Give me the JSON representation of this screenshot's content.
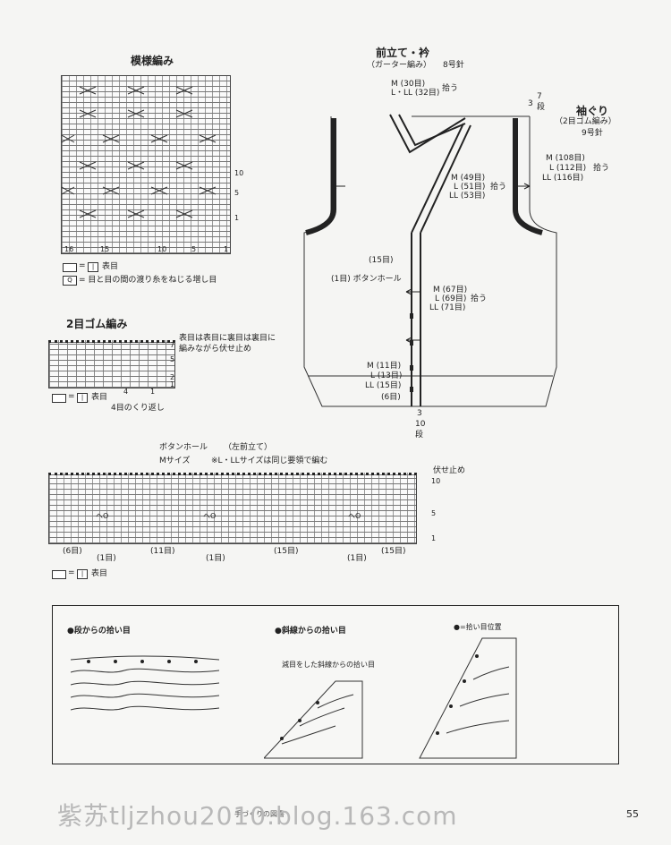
{
  "pattern_chart": {
    "title": "模様編み",
    "row_numbers": [
      "10",
      "5",
      "1"
    ],
    "col_numbers": [
      "16",
      "15",
      "10",
      "5",
      "1"
    ],
    "legend_purl_box": "□ = ",
    "legend_purl_text": "表目",
    "legend_twist_text": "= 目と目の間の渡り糸をねじる増し目"
  },
  "rib_chart": {
    "title": "2目ゴム編み",
    "note_line1": "表目は表目に裏目は裏目に",
    "note_line2": "編みながら伏せ止め",
    "row_numbers": [
      "7",
      "5",
      "2",
      "1"
    ],
    "legend_text": "表目",
    "repeat_label": "4目のくり返し",
    "repeat_nums": [
      "4",
      "1"
    ]
  },
  "front": {
    "title": "前立て・衿",
    "subtitle": "（ガーター編み）",
    "needle": "8号針",
    "pickup_top_m": "M (30目)",
    "pickup_top_l": "L・LL (32目)",
    "pickup_word": "拾う",
    "neck_m": "M (49目)",
    "neck_l": "L (51目)",
    "neck_ll": "LL (53目)",
    "mid_m": "M (67目)",
    "mid_l": "L (69目)",
    "mid_ll": "LL (71目)",
    "bottom_m": "M (11目)",
    "bottom_l": "L (13目)",
    "bottom_ll": "LL (15目)",
    "count_15": "(15目)",
    "count_1_buttonhole": "(1目) ボタンホール",
    "count_6": "(6目)",
    "bottom_rows": [
      "3",
      "10",
      "段"
    ],
    "top_rows": [
      "3",
      "7",
      "段"
    ]
  },
  "armhole": {
    "title": "袖ぐり",
    "subtitle": "（2目ゴム編み）",
    "needle": "9号針",
    "m": "M (108目)",
    "l": "L (112目)",
    "ll": "LL (116目)",
    "pickup_word": "拾う"
  },
  "buttonhole": {
    "title": "ボタンホール",
    "side": "（左前立て）",
    "size": "Mサイズ",
    "note": "※L・LLサイズは同じ要領で編む",
    "bind_off": "伏せ止め",
    "row_numbers": [
      "10",
      "5",
      "1"
    ],
    "bottom_labels": [
      "(6目)",
      "(1目)",
      "(11目)",
      "(1目)",
      "(15目)",
      "(1目)",
      "(15目)"
    ],
    "legend_text": "表目"
  },
  "panel": {
    "left_title": "●段からの拾い目",
    "right_title": "●斜線からの拾い目",
    "dot_legend": "●=拾い目位置",
    "sub_caption": "減目をした斜線からの拾い目"
  },
  "footer": {
    "watermark": "紫苏tljzhou2010.blog.163.com",
    "page_number": "55",
    "small_text": "手づくりの図書"
  }
}
